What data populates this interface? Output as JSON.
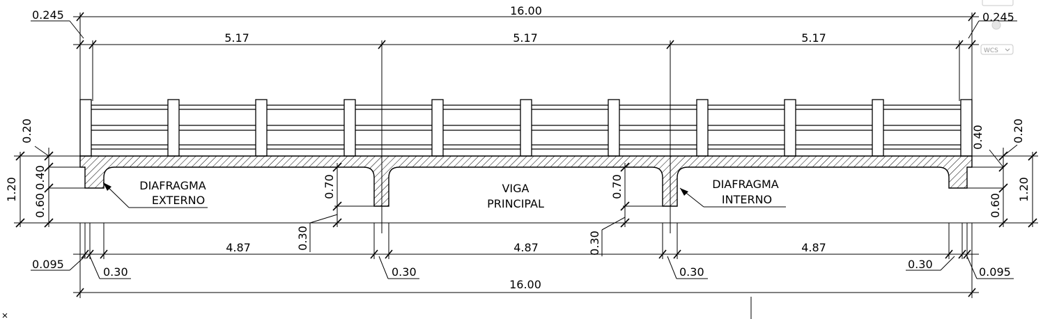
{
  "dimensions": {
    "total_top": "16.00",
    "total_bottom": "16.00",
    "edge_left_top": "0.245",
    "edge_right_top": "0.245",
    "span_1": "5.17",
    "span_2": "5.17",
    "span_3": "5.17",
    "clear_1": "4.87",
    "clear_2": "4.87",
    "clear_3": "4.87",
    "edge_left_bottom": "0.095",
    "edge_right_bottom": "0.095",
    "web_1": "0.30",
    "web_2": "0.30",
    "web_3": "0.30",
    "web_4": "0.30",
    "left_rail_height": "0.20",
    "left_total_height": "1.20",
    "left_diaphragm_top": "0.40",
    "left_diaphragm_bottom": "0.60",
    "beam_depth_1": "0.70",
    "beam_depth_2": "0.70",
    "beam_bottom_gap_1": "0.30",
    "beam_bottom_gap_2": "0.30",
    "right_rail_height": "0.20",
    "right_total_height": "1.20",
    "right_diaphragm_top": "0.40",
    "right_diaphragm_bottom": "0.60"
  },
  "labels": {
    "external_diaphragm_line1": "DIAFRAGMA",
    "external_diaphragm_line2": "EXTERNO",
    "main_beam_line1": "VIGA",
    "main_beam_line2": "PRINCIPAL",
    "internal_diaphragm_line1": "DIAFRAGMA",
    "internal_diaphragm_line2": "INTERNO"
  },
  "viewport": {
    "wcs_label": "WCS"
  }
}
